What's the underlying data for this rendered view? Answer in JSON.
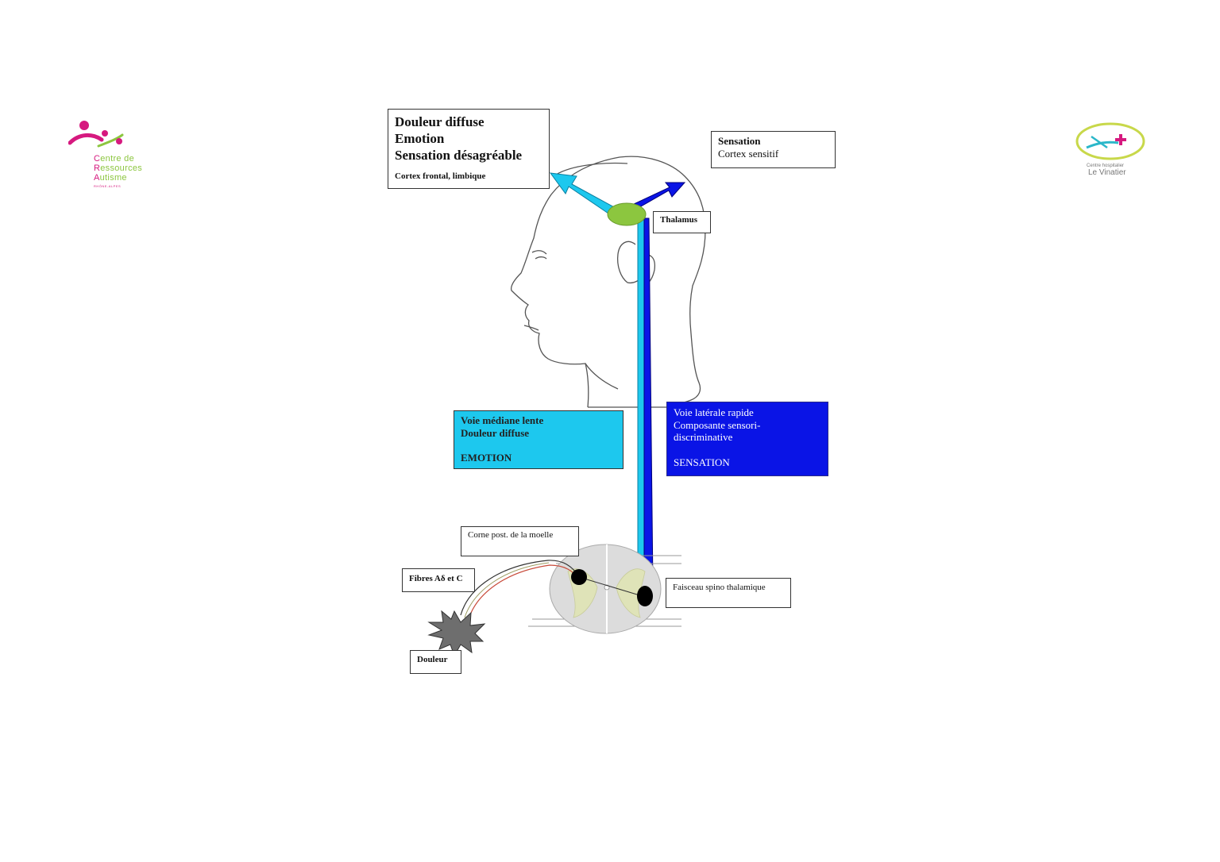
{
  "boxes": {
    "douleur_diffuse": {
      "lines": [
        "Douleur diffuse",
        "Emotion",
        "Sensation désagréable"
      ],
      "sub": "Cortex frontal, limbique"
    },
    "sensation": {
      "title": "Sensation",
      "sub": "Cortex sensitif"
    },
    "thalamus": "Thalamus",
    "voie_mediane": {
      "line1": "Voie médiane lente",
      "line2": "Douleur diffuse",
      "line3": "EMOTION"
    },
    "voie_laterale": {
      "line1": "Voie latérale rapide",
      "line2": "Composante sensori-",
      "line3": "discriminative",
      "line4": "SENSATION"
    },
    "corne": "Corne post. de la moelle",
    "fibres": "Fibres Aδ et C",
    "faisceau": "Faisceau spino thalamique",
    "douleur": "Douleur"
  },
  "logos": {
    "cra": {
      "line1_initial": "C",
      "line1_rest": "entre de",
      "line2_initial": "R",
      "line2_rest": "essources",
      "line3_initial": "A",
      "line3_rest": "utisme",
      "sub": "RHÔNE-ALPES"
    },
    "vinatier": {
      "line1": "Centre hospitalier",
      "line2": "Le Vinatier"
    }
  },
  "colors": {
    "medial_path": "#1dc8ee",
    "lateral_path": "#0a14e6",
    "thalamus": "#8cc63f",
    "cra_pink": "#d6197f",
    "cra_green": "#8cc63f"
  }
}
